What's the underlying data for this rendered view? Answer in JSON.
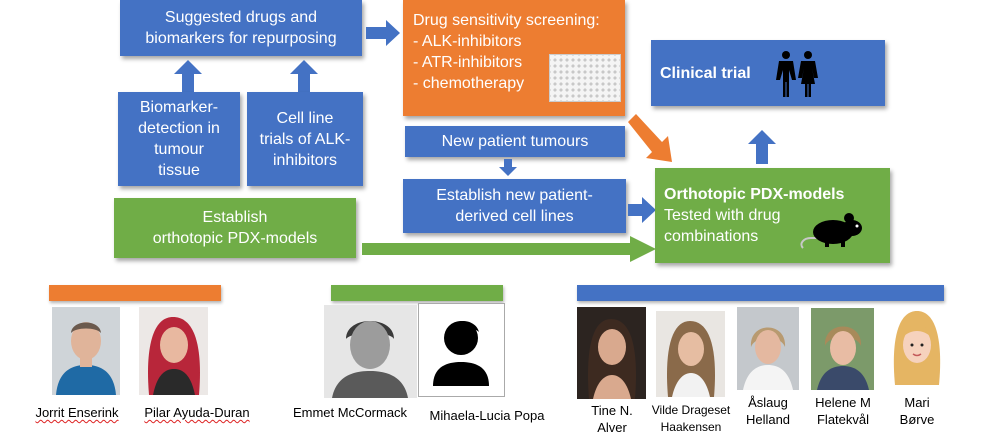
{
  "boxes": {
    "suggested": "Suggested drugs and\nbiomarkers for repurposing",
    "screening_title": "Drug sensitivity screening:",
    "screening_items": [
      "- ALK-inhibitors",
      "- ATR-inhibitors",
      "- chemotherapy"
    ],
    "clinical": "Clinical trial",
    "biomarker": "Biomarker-\ndetection in\ntumour\ntissue",
    "cellline": "Cell line\ntrials of ALK-\ninhibitors",
    "new_tumours": "New patient tumours",
    "new_celllines": "Establish new patient-\nderived cell lines",
    "establish_pdx": "Establish\northotopic PDX-models",
    "orthotopic_title": "Orthotopic PDX-models",
    "orthotopic_text": "Tested with drug\ncombinations"
  },
  "team": {
    "orange": [
      "Jorrit Enserink",
      "Pilar Ayuda-Duran"
    ],
    "green": [
      "Emmet McCormack",
      "Mihaela-Lucia Popa"
    ],
    "blue": [
      "Tine N.\nAlver",
      "Vilde Drageset\nHaakensen",
      "Åslaug\nHelland",
      "Helene M\nFlatekvål",
      "Mari\nBørve"
    ]
  },
  "icons": [
    "well-plate-icon",
    "people-icon",
    "mouse-icon",
    "person-silhouette-icon",
    "female-avatar-icon"
  ],
  "colors": {
    "blue": "#4472c4",
    "green": "#70ad47",
    "orange": "#ed7d31"
  }
}
